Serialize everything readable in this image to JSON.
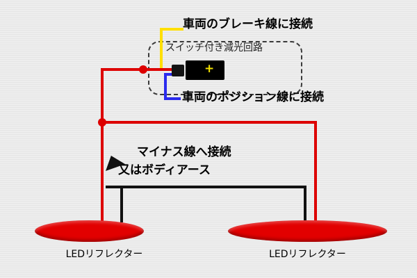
{
  "labels": {
    "brake_connect": "車両のブレーキ線に接続",
    "dimming_circuit": "スイッチ付き減光回路",
    "position_connect": "車両のポジション線に接続",
    "ground_connect_line1": "マイナス線へ接続",
    "ground_connect_line2": "又はボディアース",
    "reflector_left": "LEDリフレクター",
    "reflector_right": "LEDリフレクター",
    "plus_mark": "+"
  },
  "colors": {
    "brake_wire": "#ffdf00",
    "position_wire": "#2b2bee",
    "power_wire": "#dd0000",
    "ground_wire": "#111111",
    "reflector_body": "#e20000",
    "background": "#ebebeb"
  }
}
